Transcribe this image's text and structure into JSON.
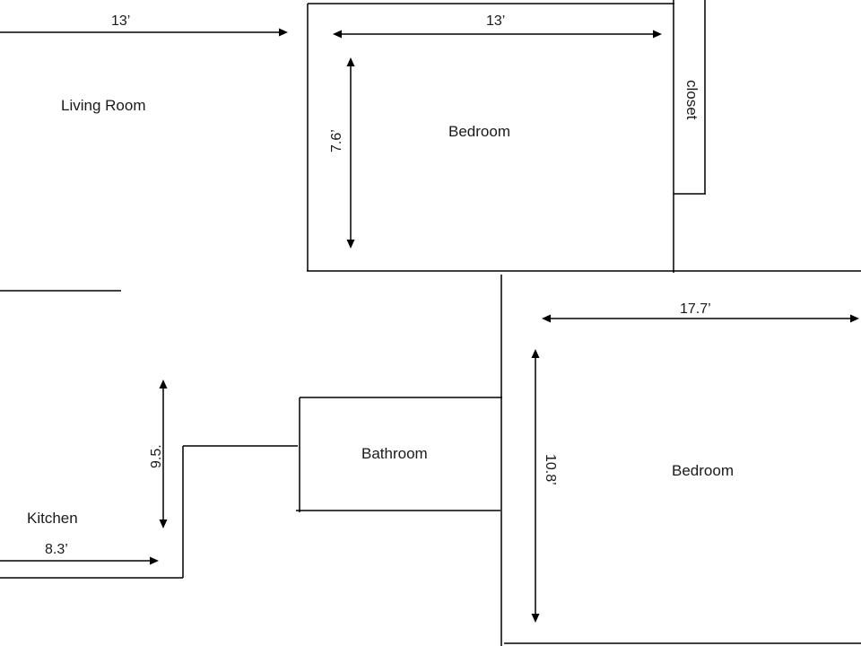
{
  "rooms": {
    "living_room": "Living Room",
    "bedroom_top": "Bedroom",
    "closet": "closet",
    "kitchen": "Kitchen",
    "bathroom": "Bathroom",
    "bedroom_bottom": "Bedroom"
  },
  "dimensions": {
    "living_room_width": "13’",
    "bedroom_top_width": "13’",
    "bedroom_top_depth": "7.6’",
    "bedroom_bottom_width": "17.7’",
    "bedroom_bottom_depth": "10.8’",
    "kitchen_width": "8.3’",
    "kitchen_depth": "9.5."
  },
  "colors": {
    "line": "#000000",
    "text": "#1a1a1a",
    "background": "#ffffff"
  }
}
